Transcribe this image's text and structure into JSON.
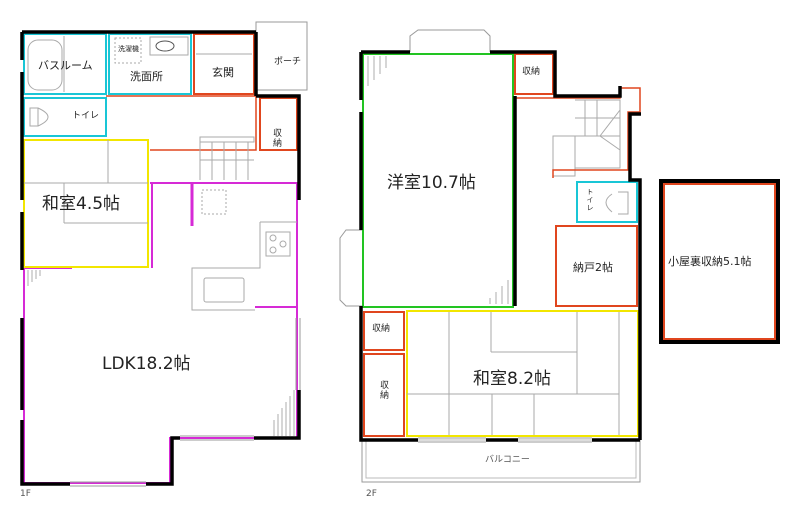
{
  "floors": {
    "first": {
      "label": "1F",
      "rooms": {
        "bathroom": "バスルーム",
        "washer": "洗濯機",
        "washroom": "洗面所",
        "entrance": "玄関",
        "porch": "ポーチ",
        "toilet": "トイレ",
        "storage": "収納",
        "japanese_room": "和室4.5帖",
        "ldk": "LDK18.2帖"
      }
    },
    "second": {
      "label": "2F",
      "rooms": {
        "western_room": "洋室10.7帖",
        "storage_top": "収納",
        "toilet": "トイレ",
        "closet": "納戸2帖",
        "storage_left_1": "収納",
        "storage_left_2": "収納",
        "japanese_room": "和室8.2帖",
        "balcony": "バルコニー"
      }
    },
    "attic": {
      "label": "小屋裏収納5.1帖"
    }
  },
  "colors": {
    "wall": "#000000",
    "wet_area": "#19c6d6",
    "storage": "#e0461e",
    "japanese": "#f2e600",
    "ldk": "#d62ad6",
    "western": "#22c422",
    "fixture": "#9a9a9a"
  }
}
